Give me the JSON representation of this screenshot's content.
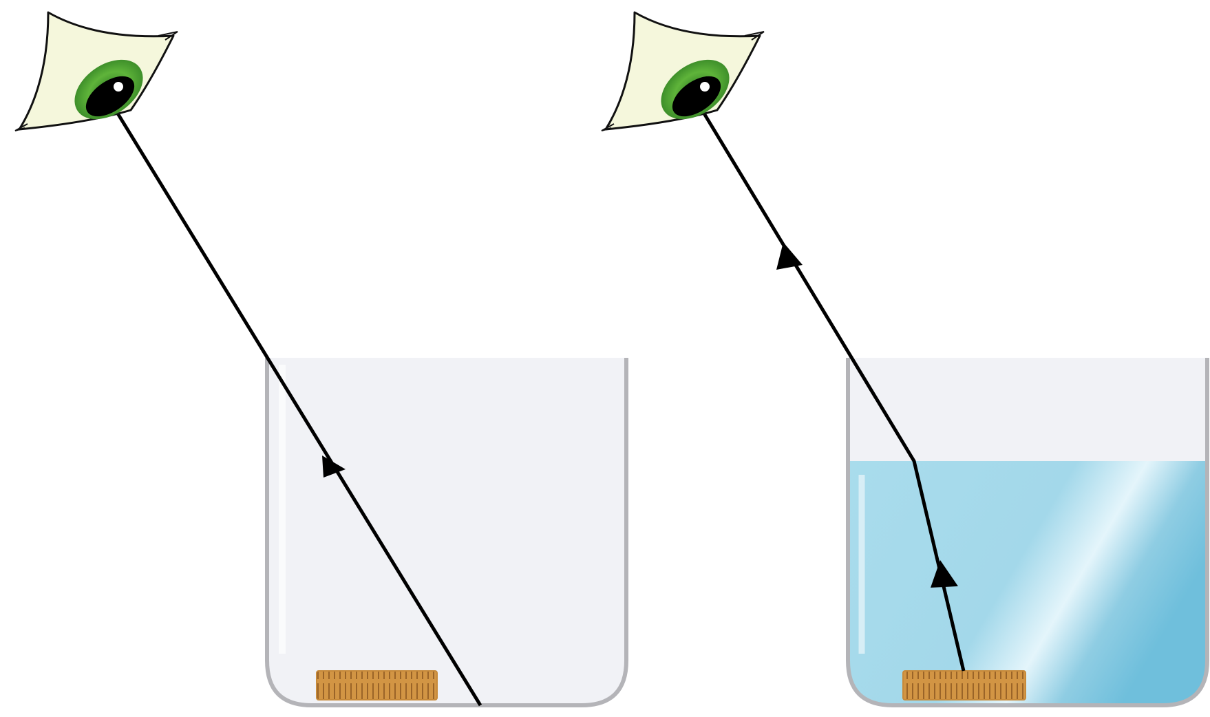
{
  "diagram": {
    "panels": [
      {
        "id": "empty-beaker",
        "contents": "empty",
        "ray": "straight"
      },
      {
        "id": "water-beaker",
        "contents": "water",
        "ray": "refracted"
      }
    ],
    "colors": {
      "background": "#ffffff",
      "beaker_outline": "#b4b4b8",
      "beaker_glass": "#f1f2f6",
      "water": "#9fd6e8",
      "water_highlight": "#e2f4fa",
      "coin": "#d29544",
      "coin_stripes": "#9a6428",
      "ray": "#000000",
      "eye_white": "#f5f7dc",
      "iris": "#5fb43a",
      "iris_dark": "#2f7d24",
      "pupil": "#000000"
    },
    "icons": [
      "eye-icon",
      "coin-icon",
      "beaker-icon",
      "arrow-icon"
    ]
  }
}
